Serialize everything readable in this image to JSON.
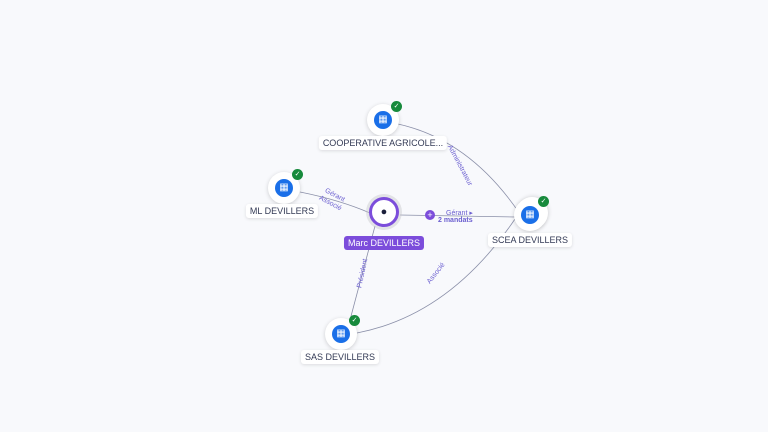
{
  "person": {
    "name": "Marc DEVILLERS",
    "icon": "person-icon"
  },
  "companies": {
    "coop": {
      "name": "COOPERATIVE AGRICOLE...",
      "icon": "building-icon",
      "verified": true
    },
    "ml": {
      "name": "ML DEVILLERS",
      "icon": "building-icon",
      "verified": true
    },
    "scea": {
      "name": "SCEA DEVILLERS",
      "icon": "building-icon",
      "verified": true
    },
    "sas": {
      "name": "SAS DEVILLERS",
      "icon": "building-icon",
      "verified": true
    }
  },
  "edges": {
    "coop_scea": "Administrateur",
    "marc_ml_1": "Gérant",
    "marc_ml_2": "Associé",
    "marc_scea_role": "Gérant ▸",
    "marc_scea_count": "2 mandats",
    "marc_sas": "Président",
    "sas_scea": "Associé"
  },
  "colors": {
    "accent": "#7c4ddb",
    "company": "#1a6fe8",
    "verified": "#178a3c",
    "edge": "#8a8fa8"
  }
}
